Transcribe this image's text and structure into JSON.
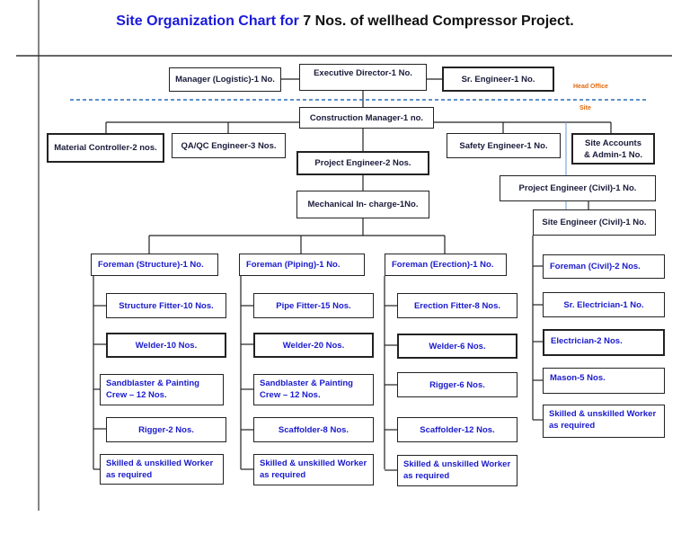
{
  "title": {
    "part1": "Site Organization Chart for ",
    "part2": "7 Nos. of wellhead Compressor Project."
  },
  "labels": {
    "head_office": "Head Office",
    "site": "Site"
  },
  "top": {
    "manager_logistic": "Manager (Logistic)-1 No.",
    "executive_director": "Executive Director-1 No.",
    "sr_engineer": "Sr. Engineer-1 No."
  },
  "mid": {
    "construction_manager": "Construction Manager-1 no.",
    "material_controller": "Material Controller-2 nos.",
    "qa_qc": "QA/QC Engineer-3 Nos.",
    "safety_engineer": "Safety Engineer-1 No.",
    "site_accounts_line1": "Site Accounts",
    "site_accounts_line2": "& Admin-1 No.",
    "project_engineer": "Project Engineer-2 Nos.",
    "mechanical_incharge": "Mechanical In- charge-1No.",
    "project_engineer_civil": "Project Engineer (Civil)-1  No.",
    "site_engineer_civil": "Site  Engineer (Civil)-1 No."
  },
  "structure": {
    "foreman": "Foreman (Structure)-1 No.",
    "fitter": "Structure Fitter-10 Nos.",
    "welder": "Welder-10 Nos.",
    "sandblaster_line1": "Sandblaster & Painting",
    "sandblaster_line2": "Crew – 12 Nos.",
    "rigger": "Rigger-2 Nos.",
    "worker_line1": "Skilled & unskilled Worker",
    "worker_line2": "as required"
  },
  "piping": {
    "foreman": "Foreman (Piping)-1 No.",
    "fitter": "Pipe Fitter-15 Nos.",
    "welder": "Welder-20 Nos.",
    "sandblaster_line1": "Sandblaster & Painting",
    "sandblaster_line2": "Crew – 12 Nos.",
    "scaffolder": "Scaffolder-8 Nos.",
    "worker_line1": "Skilled & unskilled Worker",
    "worker_line2": "as required"
  },
  "erection": {
    "foreman": "Foreman (Erection)-1 No.",
    "fitter": "Erection Fitter-8 Nos.",
    "welder": "Welder-6 Nos.",
    "rigger": "Rigger-6 Nos.",
    "scaffolder": "Scaffolder-12 Nos.",
    "worker_line1": "Skilled & unskilled Worker",
    "worker_line2": "as required"
  },
  "civil": {
    "foreman": "Foreman (Civil)-2 Nos.",
    "sr_electrician": "Sr. Electrician-1 No.",
    "electrician": "Electrician-2 Nos.",
    "mason": "Mason-5 Nos.",
    "worker_line1": "Skilled & unskilled Worker",
    "worker_line2": "as required"
  }
}
